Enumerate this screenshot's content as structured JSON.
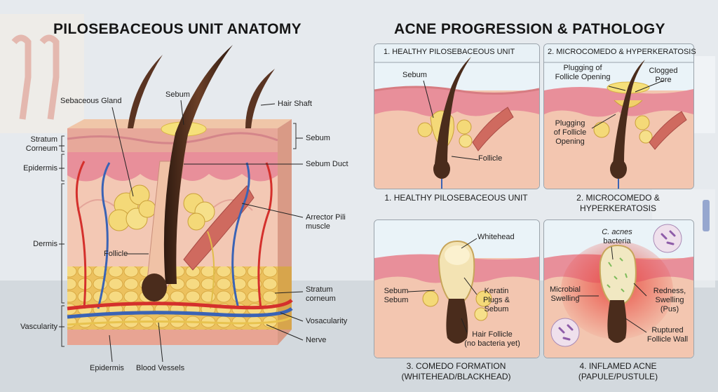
{
  "titles": {
    "left": "PILOSEBACEOUS UNIT ANATOMY",
    "right": "ACNE PROGRESSION & PATHOLOGY"
  },
  "anatomy_labels": {
    "sebaceous_gland": "Sebaceous Gland",
    "sebum_top": "Sebum",
    "hair_shaft": "Hair Shaft",
    "stratum_corneum_l1": "Stratum",
    "stratum_corneum_l2": "Corneum",
    "sebum_right": "Sebum",
    "epidermis_left": "Epidermis",
    "sebum_duct": "Sebum Duct",
    "arrector_l1": "Arrector Pili",
    "arrector_l2": "muscle",
    "dermis": "Dermis",
    "follicle": "Follicle",
    "stratum_r_l1": "Stratum",
    "stratum_r_l2": "corneum",
    "vascularity_left": "Vascularity",
    "vosacularity_right": "Vosacularity",
    "nerve": "Nerve",
    "epidermis_bottom": "Epidermis",
    "blood_vessels": "Blood Vessels"
  },
  "panels": {
    "p1": {
      "header": "1. HEALTHY PILOSEBACEOUS UNIT",
      "sebum": "Sebum",
      "follicle": "Follicle",
      "caption": "1. HEALTHY PILOSEBACEOUS UNIT"
    },
    "p2": {
      "header": "2. MICROCOMEDO & HYPERKERATOSIS",
      "plug_top_l1": "Plugging of",
      "plug_top_l2": "Follicle Opening",
      "clogged_l1": "Clogged",
      "clogged_l2": "Pore",
      "plug_mid_l1": "Plugging",
      "plug_mid_l2": "of Follicle",
      "plug_mid_l3": "Opening",
      "caption_l1": "2. MICROCOMEDO &",
      "caption_l2": "HYPERKERATOSIS"
    },
    "p3": {
      "whitehead": "Whitehead",
      "sebum_l1": "Sebum",
      "sebum_l2": "Sebum",
      "keratin_l1": "Keratin",
      "keratin_l2": "Plugs &",
      "keratin_l3": "Sebum",
      "hair_l1": "Hair Follicle",
      "hair_l2": "(no bacteria yet)",
      "caption_l1": "3. COMEDO FORMATION",
      "caption_l2": "(WHITEHEAD/BLACKHEAD)"
    },
    "p4": {
      "bacteria_l1": "C. acnes",
      "bacteria_l2": "bacteria",
      "microbial_l1": "Microbial",
      "microbial_l2": "Swelling",
      "redness_l1": "Redness,",
      "redness_l2": "Swelling",
      "redness_l3": "(Pus)",
      "ruptured_l1": "Ruptured",
      "ruptured_l2": "Follicle Wall",
      "caption_l1": "4. INFLAMED ACNE",
      "caption_l2": "(PAPULE/PUSTULE)"
    }
  },
  "colors": {
    "skin_top": "#e9b6a3",
    "epidermis": "#e4959c",
    "dermis": "#f2c6b2",
    "fat": "#f2d177",
    "hair": "#4a2c1c",
    "artery": "#d4302c",
    "vein": "#3a63b5",
    "inflamed": "#e8443a"
  }
}
